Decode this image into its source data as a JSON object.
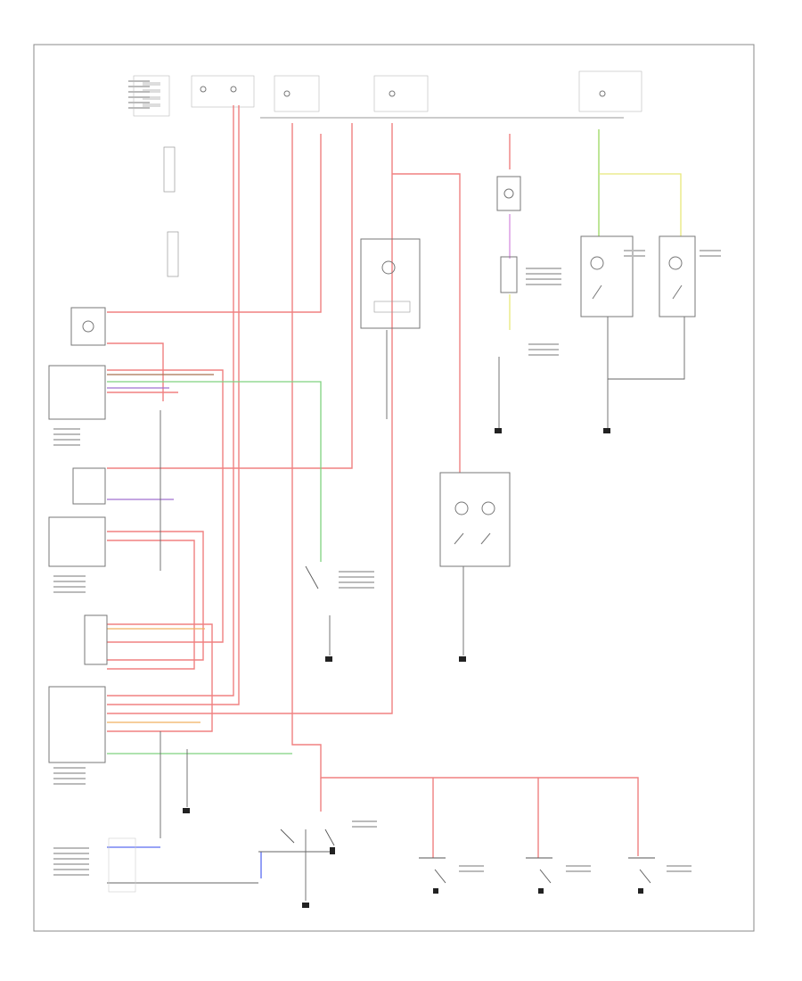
{
  "diagram": {
    "footer_code": "",
    "palette": {
      "red": "#f08080",
      "pink": "#f2a0b8",
      "green": "#7fd27f",
      "light_green": "#9bd75f",
      "yellow": "#e8e87a",
      "violet": "#a070d0",
      "orange": "#f0b060",
      "brown": "#a87050",
      "blue": "#5a6cf0",
      "black": "#333333",
      "gray": "#999999",
      "frame": "#888888"
    },
    "components": [
      {
        "id": "fuse-block-1",
        "icon": "fuse-icon"
      },
      {
        "id": "fuse-block-2",
        "icon": "fuse-icon"
      },
      {
        "id": "fuse-block-3",
        "icon": "fuse-icon"
      },
      {
        "id": "fuse-block-4",
        "icon": "fuse-icon"
      },
      {
        "id": "fuse-block-5",
        "icon": "fuse-icon"
      },
      {
        "id": "dimmer-switch",
        "icon": "switch-icon"
      },
      {
        "id": "dome-lamp",
        "icon": "lamp-icon"
      },
      {
        "id": "door-switch",
        "icon": "switch-icon"
      },
      {
        "id": "map-lamps",
        "icon": "lamp-icon"
      },
      {
        "id": "body-control-module",
        "icon": "module-icon"
      },
      {
        "id": "ground-points",
        "icon": "ground-icon"
      }
    ]
  }
}
